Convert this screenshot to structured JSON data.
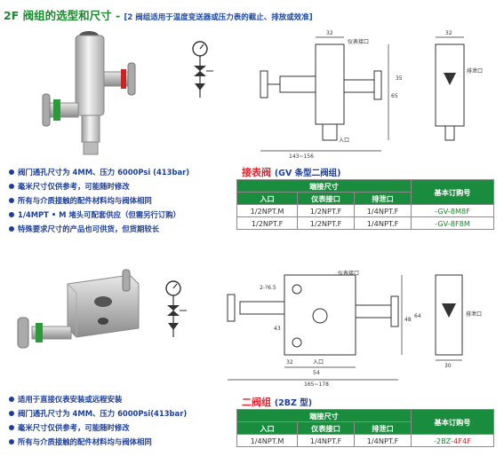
{
  "header": {
    "title": "2F 阀组的选型和尺寸 -",
    "subtitle": "[2 阀组适用于温度变送器或压力表的截止、排放或效准]"
  },
  "icons": {
    "gauge": "pressure-gauge-icon",
    "valve": "valve-symbol-icon"
  },
  "colors": {
    "green": "#1a8a2e",
    "blue": "#1c3f9c",
    "red": "#e0232e",
    "table_header": "#1a8c3d"
  },
  "drawing1": {
    "dim_top": "32",
    "dim_top_right": "32",
    "dim_bottom": "143~156",
    "dim_vert_1": "65",
    "dim_vert_2": "35",
    "label_gauge_port": "仪表接口",
    "label_drain_port": "排泄口",
    "label_inlet": "入口"
  },
  "bullets1": [
    "阀门通孔尺寸为 4MM、压力 6000Psi (413bar)",
    "毫米尺寸仅供参考，可能随时修改",
    "所有与介质接触的配件材料均与阀体相同",
    "1/4MPT • M 堵头可配套供应（但需另行订购）",
    "特殊要求尺寸的产品也可供货，但货期较长"
  ],
  "section1": {
    "title": "接表阀",
    "subtitle": "(GV 条型二阀组)",
    "header_group": "端接尺寸",
    "col_inlet": "入口",
    "col_gauge": "仪表接口",
    "col_drain": "排泄口",
    "col_order": "基本订购号",
    "rows": [
      {
        "inlet": "1/2NPT.M",
        "gauge": "1/2NPT.F",
        "drain": "1/4NPT.F",
        "code_a": "-GV-8M",
        "code_b": "8F"
      },
      {
        "inlet": "1/2NPT.F",
        "gauge": "1/2NPT.F",
        "drain": "1/4NPT.F",
        "code_a": "-GV-8F",
        "code_b": "8M"
      }
    ]
  },
  "drawing2": {
    "dim_holes": "2-?6.5",
    "dim_43": "43",
    "dim_32": "32",
    "dim_54": "54",
    "dim_48": "48",
    "dim_64": "64",
    "dim_30": "30",
    "dim_bottom": "165~178",
    "label_gauge_port": "仪表接口",
    "label_drain_port": "排泄口",
    "label_inlet": "入口"
  },
  "bullets2": [
    "适用于直接仪表安装或远程安装",
    "阀门通孔尺寸为 4MM、压力 6000Psi(413bar)",
    "毫米尺寸仅供参考，可能随时修改",
    "所有与介质接触的配件材料均与阀体相同"
  ],
  "section2": {
    "title": "二阀组",
    "subtitle": "(2BZ 型)",
    "header_group": "端接尺寸",
    "col_inlet": "入口",
    "col_gauge": "仪表接口",
    "col_drain": "排泄口",
    "col_order": "基本订购号",
    "rows": [
      {
        "inlet": "1/4NPT.M",
        "gauge": "1/4NPT.F",
        "drain": "1/4NPT.F",
        "code_a": "-2BZ-",
        "code_b": "4F4F"
      }
    ]
  }
}
